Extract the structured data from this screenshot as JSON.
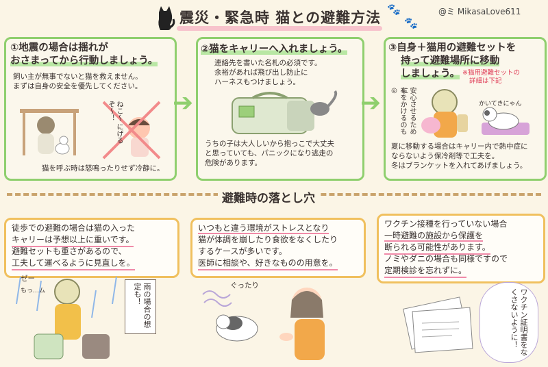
{
  "header": {
    "title": "震災・緊急時 猫との避難方法",
    "credit": "@ミ MikasaLove611",
    "cat_icon": "cat-silhouette-icon",
    "paw_icon": "paw-icon"
  },
  "steps": [
    {
      "title_line1": "①地震の場合は揺れが",
      "title_line2": "おさまってから行動しましょう。",
      "body_line1": "飼い主が無事でないと猫を救えません。",
      "body_line2": "まずは自身の安全を優先してください。",
      "bubble": "ねこ〜 にげるぞ〜！",
      "footer": "猫を呼ぶ時は怒鳴ったりせず冷静に。"
    },
    {
      "title": "②猫をキャリーへ入れましょう。",
      "body_line1": "連絡先を書いた名札の必須です。",
      "body_line2": "余裕があれば飛び出し防止に",
      "body_line3": "ハーネスもつけましょう。",
      "footer_line1": "うちの子は大人しいから抱っこで大丈夫",
      "footer_line2": "と思っていても、パニックになり逃走の",
      "footer_line3": "危険があります。"
    },
    {
      "title_line1": "③自身＋猫用の避難セットを",
      "title_line2": "持って避難場所に移動",
      "title_line3": "しましょう。",
      "note_line1": "※猫用避難セットの",
      "note_line2": "詳細は下記",
      "vert1": "安心させるために",
      "vert2": "布をかけるのも◎",
      "cat_text": "かいてきにゃん",
      "footer_line1": "夏に移動する場合はキャリー内で熱中症に",
      "footer_line2": "ならないよう保冷剤等で工夫を。",
      "footer_line3": "冬はブランケットを入れてあげましょう。"
    }
  ],
  "section": {
    "title": "避難時の落とし穴"
  },
  "pitfalls": [
    {
      "line1": "徒歩での避難の場合は猫の入った",
      "line2": "キャリーは予想以上に重いです。",
      "line3": "避難セットも重さがあるので、",
      "line4": "工夫して運べるように見直しを。",
      "rain_note": "雨の場合の想定も！",
      "sfx1": "ゼー",
      "sfx2": "もっ…ム"
    },
    {
      "line1": "いつもと違う環境がストレスとなり",
      "line2": "猫が体調を崩したり食欲をなくしたり",
      "line3": "するケースが多いです。",
      "line4": "医師に相談や、好きなものの用意を。",
      "sfx": "ぐったり"
    },
    {
      "line1": "ワクチン接種を行っていない場合",
      "line2": "一時避難の施設から保護を",
      "line3": "断られる可能性があります。",
      "line4": "ノミやダニの場合も同様ですので",
      "line5": "定期検診を忘れずに。",
      "bubble": "ワクチン証明書をなくさないように！"
    }
  ],
  "colors": {
    "green_frame": "#8fcf6e",
    "orange_frame": "#f0c05e",
    "pink_underline": "#f08aa8",
    "background": "#fbf5e6"
  }
}
